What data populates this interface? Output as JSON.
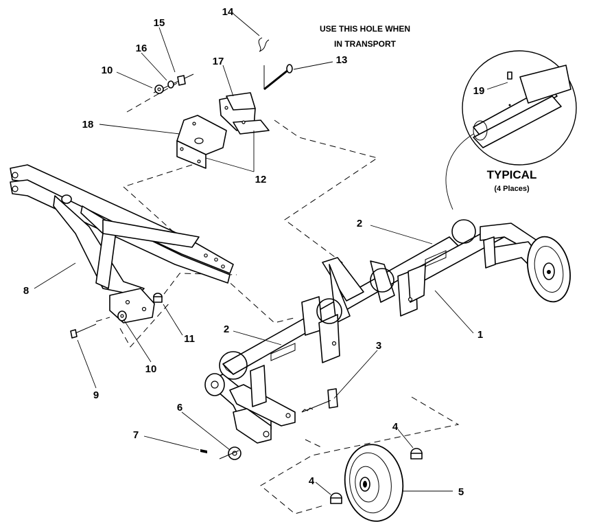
{
  "diagram": {
    "note": {
      "line1": "USE THIS HOLE WHEN",
      "line2": "IN TRANSPORT"
    },
    "detail": {
      "title": "TYPICAL",
      "subtitle": "(4 Places)"
    },
    "callouts": {
      "c1": "1",
      "c2a": "2",
      "c2b": "2",
      "c3": "3",
      "c4a": "4",
      "c4b": "4",
      "c5": "5",
      "c6": "6",
      "c7": "7",
      "c8": "8",
      "c9": "9",
      "c10a": "10",
      "c10b": "10",
      "c11": "11",
      "c12": "12",
      "c13": "13",
      "c14": "14",
      "c15": "15",
      "c16": "16",
      "c17": "17",
      "c18": "18",
      "c19": "19"
    }
  }
}
